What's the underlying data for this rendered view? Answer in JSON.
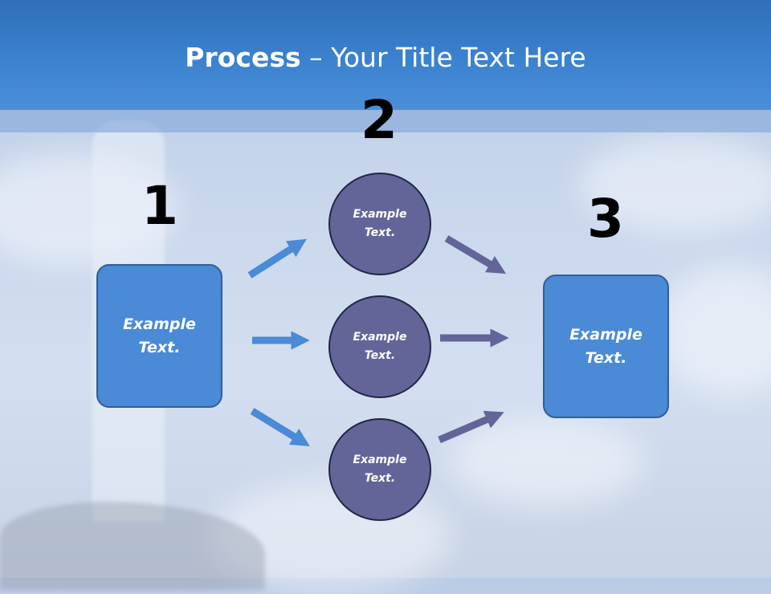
{
  "title": {
    "bold": "Process",
    "rest": " – Your Title Text Here"
  },
  "steps": {
    "one": {
      "number": "1",
      "text": "Example Text."
    },
    "two": {
      "number": "2",
      "circles": [
        {
          "text": "Example Text."
        },
        {
          "text": "Example Text."
        },
        {
          "text": "Example Text."
        }
      ]
    },
    "three": {
      "number": "3",
      "text": "Example Text."
    }
  },
  "colors": {
    "header": "#3b82cf",
    "box": "#4a8ad6",
    "circle": "#636599",
    "arrow_left": "#4a8ad6",
    "arrow_right": "#636599"
  }
}
